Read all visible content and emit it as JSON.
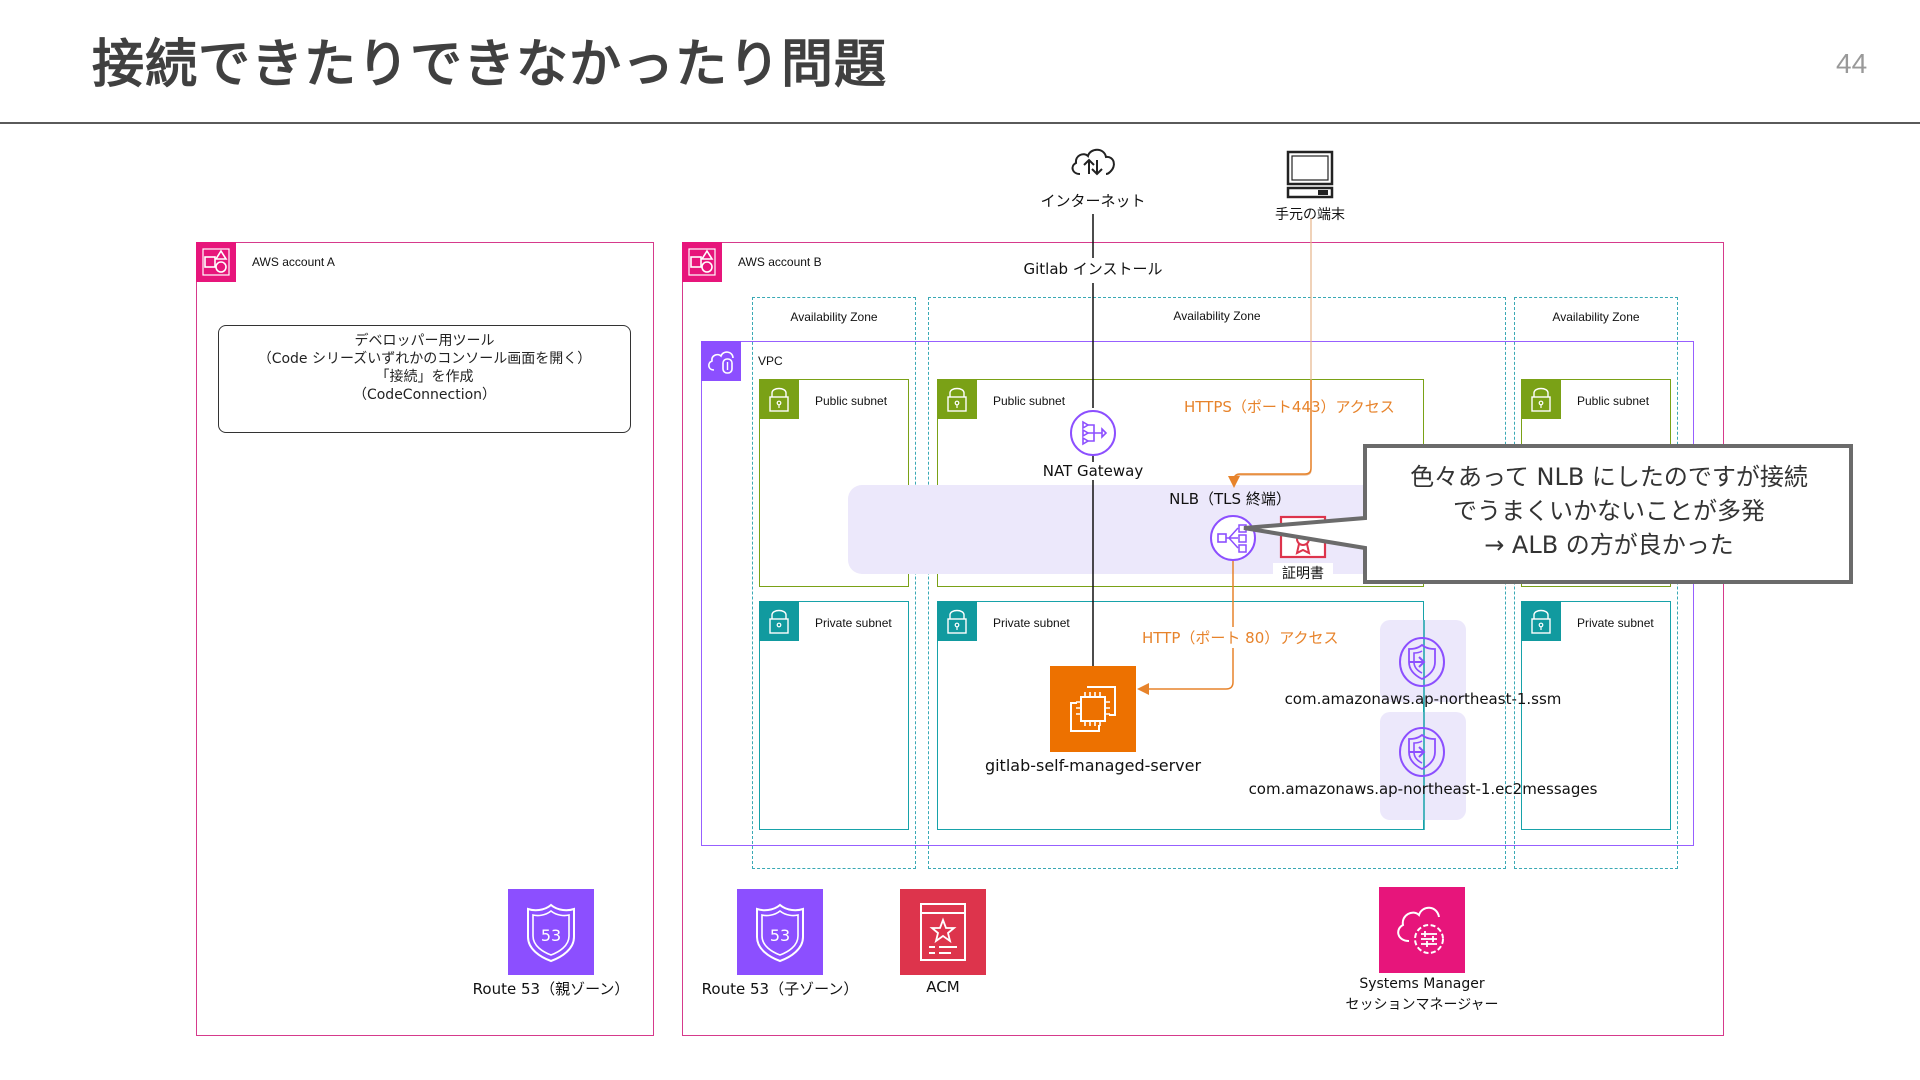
{
  "slide": {
    "title": "接続できたりできなかったり問題",
    "page_number": "44"
  },
  "account_a": {
    "label": "AWS account A",
    "dev_tools_box": {
      "line1": "デベロッパー用ツール",
      "line2": "（Code シリーズいずれかのコンソール画面を開く）",
      "line3": "「接続」を作成",
      "line4": "（CodeConnection）"
    },
    "route53_label": "Route 53（親ゾーン）"
  },
  "external": {
    "internet_label": "インターネット",
    "terminal_label": "手元の端末"
  },
  "account_b": {
    "label": "AWS account B",
    "gitlab_install_label": "Gitlab インストール",
    "az_label": "Availability Zone",
    "vpc_label": "VPC",
    "public_subnet_label": "Public subnet",
    "private_subnet_label": "Private subnet",
    "nat_gateway_label": "NAT Gateway",
    "https_access_label": "HTTPS（ポート443）アクセス",
    "nlb_label": "NLB（TLS 終端）",
    "certificate_label": "証明書",
    "http_access_label": "HTTP（ポート 80）アクセス",
    "ec2_label": "gitlab-self-managed-server",
    "vpce_ssm_label": "com.amazonaws.ap-northeast-1.ssm",
    "vpce_ec2messages_label": "com.amazonaws.ap-northeast-1.ec2messages",
    "route53_label": "Route 53（子ゾーン）",
    "acm_label": "ACM",
    "ssm_label_line1": "Systems Manager",
    "ssm_label_line2": "セッションマネージャー"
  },
  "callout": {
    "line1": "色々あって NLB にしたのですが接続",
    "line2": "でうまくいかないことが多発",
    "line3": "→ ALB の方が良かった"
  },
  "colors": {
    "account_border": "#d63a8c",
    "account_badge": "#e7157b",
    "vpc": "#8c4fff",
    "public_subnet": "#7aa116",
    "private_subnet": "#119a9f",
    "az_dashed": "#3aa9b5",
    "ec2": "#ed7100",
    "acm": "#dd344c",
    "access_arrow": "#e7832b"
  }
}
